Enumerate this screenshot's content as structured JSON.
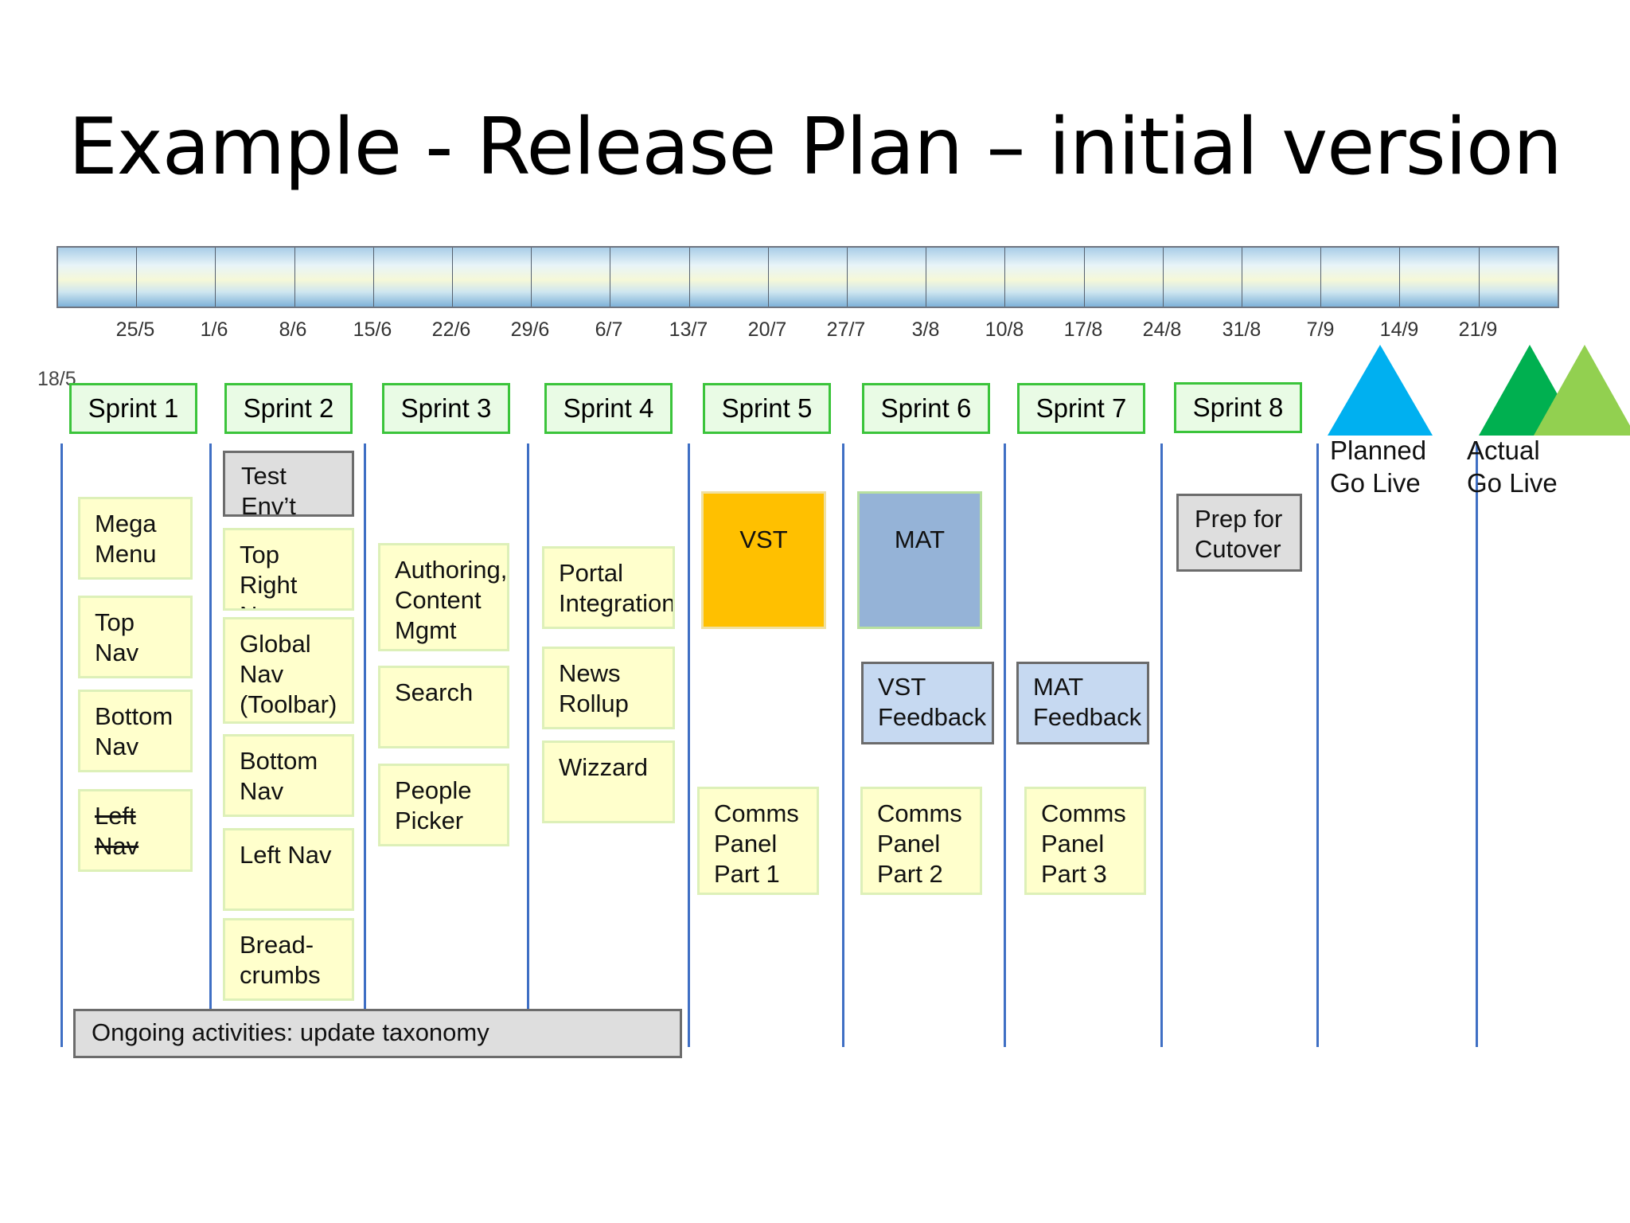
{
  "title": "Example - Release Plan – initial version",
  "timeline": {
    "start_date": "18/5",
    "dates": [
      "25/5",
      "1/6",
      "8/6",
      "15/6",
      "22/6",
      "29/6",
      "6/7",
      "13/7",
      "20/7",
      "27/7",
      "3/8",
      "10/8",
      "17/8",
      "24/8",
      "31/8",
      "7/9",
      "14/9",
      "21/9"
    ]
  },
  "sprints": [
    "Sprint 1",
    "Sprint 2",
    "Sprint 3",
    "Sprint 4",
    "Sprint 5",
    "Sprint 6",
    "Sprint 7",
    "Sprint 8"
  ],
  "columns": {
    "sprint1": [
      "Mega\nMenu",
      "Top\nNav",
      "Bottom\nNav",
      "Left Nav"
    ],
    "sprint2": {
      "env": "Test Env’t",
      "items": [
        "Top Right\nNav",
        "Global\nNav\n(Toolbar)",
        "Bottom\nNav",
        "Left Nav",
        "Bread-\ncrumbs"
      ]
    },
    "sprint3": [
      "Authoring,\nContent\nMgmt",
      "Search",
      "People\nPicker"
    ],
    "sprint4": [
      "Portal\nIntegration",
      "News\nRollup",
      "Wizzard"
    ],
    "sprint5": {
      "block": "VST",
      "comms": "Comms\nPanel\nPart 1"
    },
    "sprint6": {
      "block": "MAT",
      "feedback": "VST\nFeedback",
      "comms": "Comms\nPanel\nPart 2"
    },
    "sprint7": {
      "feedback": "MAT\nFeedback",
      "comms": "Comms\nPanel\nPart 3"
    },
    "sprint8": {
      "prep": "Prep for\nCutover"
    }
  },
  "ongoing": "Ongoing activities: update taxonomy",
  "milestones": {
    "planned": {
      "label": "Planned\nGo Live",
      "color": "#00b0f0"
    },
    "actual": {
      "label": "Actual\nGo Live",
      "color_dark": "#00b050",
      "color_light": "#92d050"
    }
  },
  "colors": {
    "vst": "#ffc000",
    "mat": "#95b3d7",
    "sprint_border": "#3bc43b",
    "card": "#ffffcc",
    "feedback": "#c6d9f1",
    "line": "#3f6fc4"
  }
}
